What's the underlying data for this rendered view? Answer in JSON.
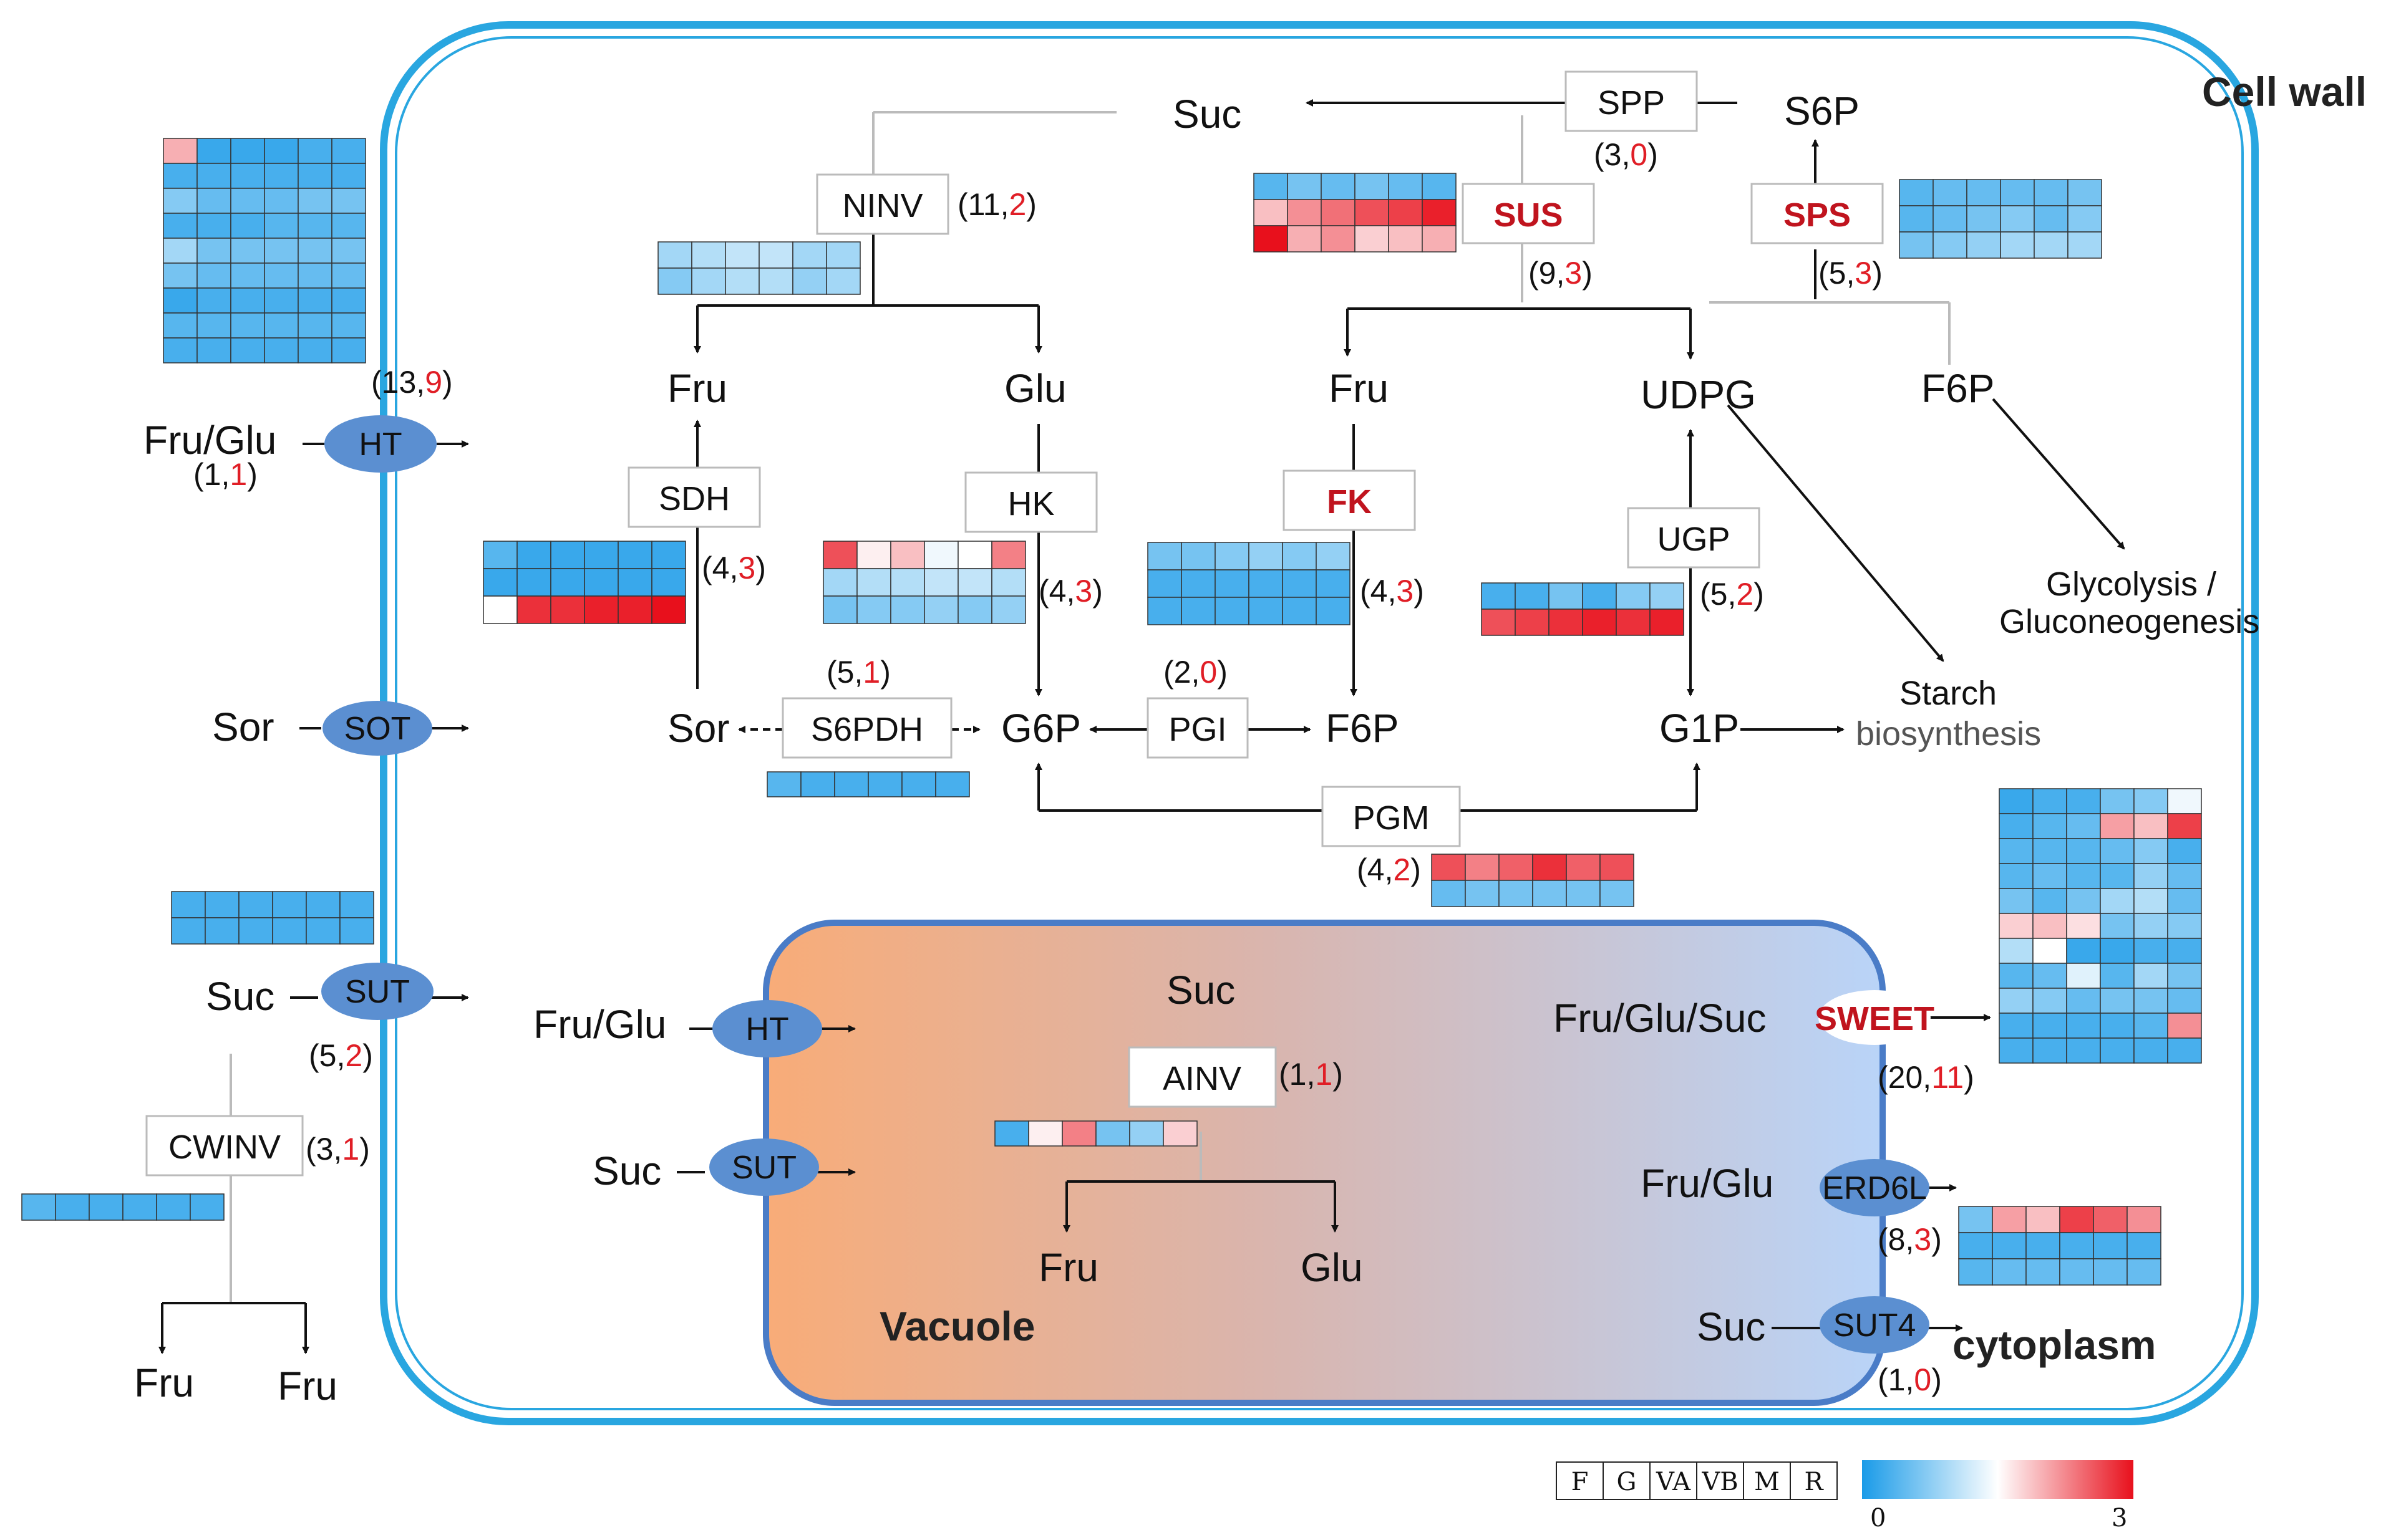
{
  "compartments": {
    "cell_wall": "Cell wall",
    "vacuole": "Vacuole",
    "cytoplasm": "cytoplasm"
  },
  "metabolites": {
    "suc": "Suc",
    "s6p": "S6P",
    "fru": "Fru",
    "glu": "Glu",
    "udpg": "UDPG",
    "f6p": "F6P",
    "sor": "Sor",
    "g6p": "G6P",
    "g1p": "G1P",
    "glycolysis": "Glycolysis /",
    "gluconeo": "Gluconeogenesis",
    "starch1": "Starch",
    "starch2": "biosynthesis",
    "fruglu": "Fru/Glu",
    "fruglusuc": "Fru/Glu/Suc"
  },
  "enzymes": {
    "spp": "SPP",
    "ninv": "NINV",
    "sus": "SUS",
    "sps": "SPS",
    "sdh": "SDH",
    "hk": "HK",
    "fk": "FK",
    "ugp": "UGP",
    "s6pdh": "S6PDH",
    "pgi": "PGI",
    "pgm": "PGM",
    "ainv": "AINV",
    "cwinv": "CWINV"
  },
  "transporters": {
    "ht": "HT",
    "sot": "SOT",
    "sut": "SUT",
    "sweet": "SWEET",
    "erd6l": "ERD6L",
    "sut4": "SUT4"
  },
  "counts": {
    "spp": {
      "total": "3",
      "de": "0"
    },
    "ninv": {
      "total": "11",
      "de": "2"
    },
    "sus": {
      "total": "9",
      "de": "3"
    },
    "sps": {
      "total": "5",
      "de": "3"
    },
    "ht_top": {
      "total": "13",
      "de": "9"
    },
    "ht_cw": {
      "total": "1",
      "de": "1"
    },
    "sdh": {
      "total": "4",
      "de": "3"
    },
    "hk": {
      "total": "4",
      "de": "3"
    },
    "fk": {
      "total": "4",
      "de": "3"
    },
    "ugp": {
      "total": "5",
      "de": "2"
    },
    "s6pdh": {
      "total": "5",
      "de": "1"
    },
    "pgi": {
      "total": "2",
      "de": "0"
    },
    "pgm": {
      "total": "4",
      "de": "2"
    },
    "sut_cw": {
      "total": "5",
      "de": "2"
    },
    "cwinv": {
      "total": "3",
      "de": "1"
    },
    "ainv": {
      "total": "1",
      "de": "1"
    },
    "sweet": {
      "total": "20",
      "de": "11"
    },
    "erd6l": {
      "total": "8",
      "de": "3"
    },
    "sut4": {
      "total": "1",
      "de": "0"
    }
  },
  "heatmaps": {
    "ht": [
      [
        2.0,
        0.2,
        0.2,
        0.2,
        0.3,
        0.3
      ],
      [
        0.3,
        0.3,
        0.3,
        0.3,
        0.3,
        0.3
      ],
      [
        0.7,
        0.5,
        0.5,
        0.5,
        0.6,
        0.6
      ],
      [
        0.3,
        0.3,
        0.3,
        0.4,
        0.4,
        0.4
      ],
      [
        0.9,
        0.6,
        0.6,
        0.6,
        0.6,
        0.6
      ],
      [
        0.6,
        0.5,
        0.5,
        0.5,
        0.5,
        0.5
      ],
      [
        0.2,
        0.3,
        0.3,
        0.3,
        0.3,
        0.3
      ],
      [
        0.4,
        0.4,
        0.4,
        0.4,
        0.4,
        0.4
      ],
      [
        0.3,
        0.3,
        0.3,
        0.3,
        0.3,
        0.3
      ]
    ],
    "ninv": [
      [
        0.9,
        1.0,
        1.1,
        1.1,
        0.9,
        0.9
      ],
      [
        0.7,
        0.9,
        1.0,
        1.0,
        0.8,
        0.9
      ]
    ],
    "sus": [
      [
        0.4,
        0.6,
        0.5,
        0.6,
        0.5,
        0.4
      ],
      [
        1.9,
        2.2,
        2.4,
        2.6,
        2.7,
        2.9
      ],
      [
        3.0,
        2.0,
        2.2,
        1.8,
        1.9,
        2.0
      ]
    ],
    "sps": [
      [
        0.4,
        0.5,
        0.5,
        0.5,
        0.5,
        0.6
      ],
      [
        0.4,
        0.5,
        0.6,
        0.7,
        0.5,
        0.7
      ],
      [
        0.6,
        0.7,
        0.8,
        0.9,
        0.9,
        0.9
      ]
    ],
    "sut_cw": [
      [
        0.3,
        0.3,
        0.3,
        0.3,
        0.3,
        0.3
      ],
      [
        0.3,
        0.3,
        0.3,
        0.3,
        0.3,
        0.3
      ]
    ],
    "cwinv": [
      [
        0.4,
        0.3,
        0.3,
        0.3,
        0.3,
        0.3
      ]
    ],
    "sdh": [
      [
        0.4,
        0.2,
        0.2,
        0.2,
        0.2,
        0.2
      ],
      [
        0.2,
        0.2,
        0.2,
        0.2,
        0.2,
        0.2
      ],
      [
        1.5,
        2.8,
        2.8,
        2.9,
        2.9,
        3.0
      ]
    ],
    "hk": [
      [
        2.6,
        1.6,
        1.9,
        1.4,
        1.5,
        2.3
      ],
      [
        0.9,
        1.0,
        1.0,
        1.1,
        1.1,
        1.0
      ],
      [
        0.6,
        0.7,
        0.7,
        0.8,
        0.7,
        0.8
      ]
    ],
    "fk": [
      [
        0.6,
        0.6,
        0.7,
        0.8,
        0.7,
        0.8
      ],
      [
        0.3,
        0.3,
        0.3,
        0.3,
        0.3,
        0.3
      ],
      [
        0.3,
        0.3,
        0.3,
        0.3,
        0.3,
        0.3
      ]
    ],
    "ugp": [
      [
        0.3,
        0.3,
        0.6,
        0.3,
        0.7,
        0.8
      ],
      [
        2.6,
        2.7,
        2.8,
        2.9,
        2.8,
        2.9
      ]
    ],
    "s6pdh": [
      [
        0.4,
        0.3,
        0.3,
        0.3,
        0.3,
        0.3
      ]
    ],
    "pgm": [
      [
        2.6,
        2.3,
        2.5,
        2.8,
        2.5,
        2.6
      ],
      [
        0.5,
        0.6,
        0.6,
        0.6,
        0.6,
        0.6
      ]
    ],
    "ainv": [
      [
        0.3,
        1.6,
        2.3,
        0.6,
        0.8,
        1.8
      ]
    ],
    "sweet": [
      [
        0.2,
        0.3,
        0.3,
        0.6,
        0.7,
        1.4
      ],
      [
        0.3,
        0.4,
        0.5,
        2.1,
        1.9,
        2.7
      ],
      [
        0.4,
        0.4,
        0.4,
        0.5,
        0.7,
        0.3
      ],
      [
        0.4,
        0.5,
        0.4,
        0.4,
        0.8,
        0.5
      ],
      [
        0.6,
        0.4,
        0.6,
        0.9,
        1.0,
        0.5
      ],
      [
        1.8,
        1.9,
        1.7,
        0.6,
        0.8,
        0.7
      ],
      [
        1.0,
        1.5,
        0.2,
        0.2,
        0.3,
        0.3
      ],
      [
        0.4,
        0.5,
        1.3,
        0.4,
        0.9,
        0.6
      ],
      [
        0.8,
        0.7,
        0.5,
        0.6,
        0.6,
        0.5
      ],
      [
        0.3,
        0.3,
        0.3,
        0.3,
        0.4,
        2.2
      ],
      [
        0.3,
        0.3,
        0.3,
        0.3,
        0.3,
        0.3
      ]
    ],
    "erd6l": [
      [
        0.6,
        2.1,
        1.9,
        2.7,
        2.5,
        2.2
      ],
      [
        0.3,
        0.3,
        0.3,
        0.3,
        0.3,
        0.3
      ],
      [
        0.4,
        0.5,
        0.5,
        0.5,
        0.5,
        0.5
      ]
    ]
  },
  "legend": {
    "tissues": [
      "F",
      "G",
      "VA",
      "VB",
      "M",
      "R"
    ],
    "min": "0",
    "max": "3",
    "color_low": "#1a9be8",
    "color_mid": "#ffffff",
    "color_high": "#e8101c"
  },
  "colors": {
    "cell_wall": "#29a6e0",
    "vacuole_border": "#4a7cc7",
    "vacuole_left": "#f8ac78",
    "vacuole_right": "#b9d4f8",
    "transporter": "#5b8fd1",
    "enzyme_red": "#c0141e",
    "count_red": "#e01e26"
  }
}
